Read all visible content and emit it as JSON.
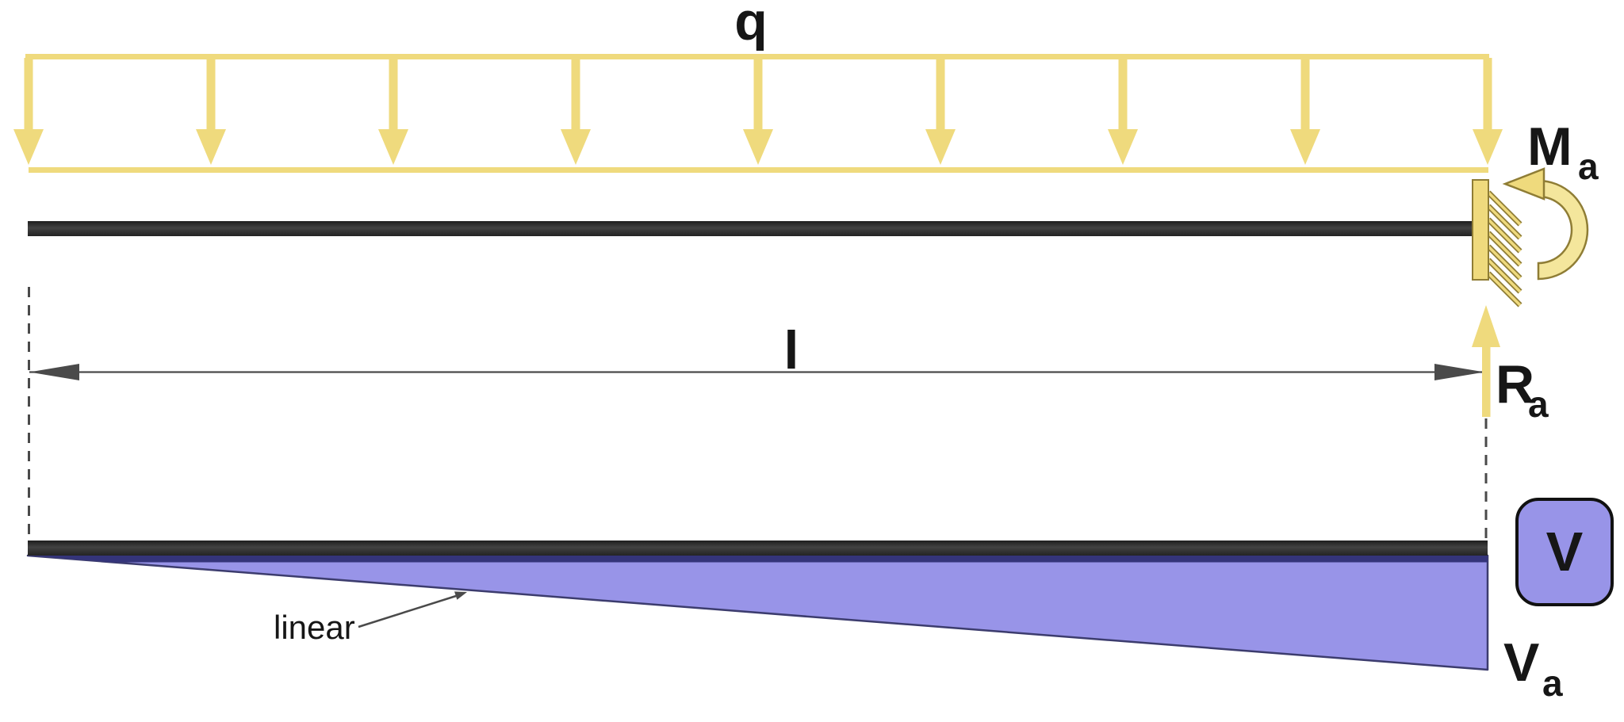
{
  "labels": {
    "load": "q",
    "length": "l",
    "moment": {
      "main": "M",
      "sub": "a"
    },
    "reaction": {
      "main": "R",
      "sub": "a"
    },
    "shear_badge": "V",
    "shear_value": {
      "main": "V",
      "sub": "a"
    },
    "linear_note": "linear"
  },
  "colors": {
    "load_yellow": "#EFDA7D",
    "pale_yellow": "#F4E69C",
    "olive_outline": "#8F7D35",
    "shear_purple": "#9894E8",
    "shear_edge": "#3C3C6E",
    "shear_top": "#34347A",
    "dim_color": "#4A4A4A",
    "text_color": "#161616"
  },
  "diagram": {
    "load_arrow_count": 9,
    "support_hatch_count": 7
  }
}
